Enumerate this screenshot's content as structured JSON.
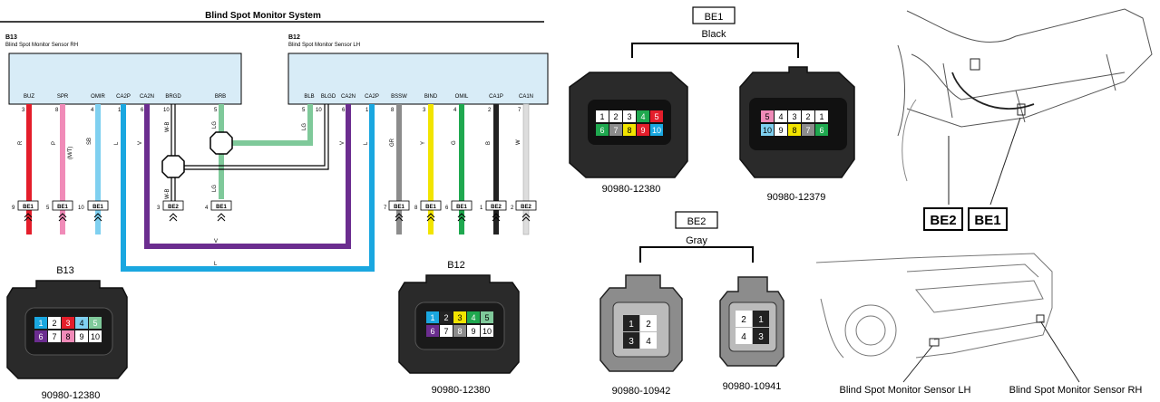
{
  "title": "Blind Spot Monitor System",
  "sensor_rh": {
    "code": "B13",
    "name": "Blind Spot Monitor Sensor RH",
    "pins": [
      {
        "label": "BUZ",
        "num": "3",
        "wire": "R"
      },
      {
        "label": "SPR",
        "num": "8",
        "wire": "P",
        "note": "(M/T)"
      },
      {
        "label": "OMIR",
        "num": "4",
        "wire": "SB"
      },
      {
        "label": "CA2P",
        "num": "1",
        "wire": "L"
      },
      {
        "label": "CA2N",
        "num": "6",
        "wire": "V"
      },
      {
        "label": "BRGD",
        "num": "10",
        "wire": "W-B"
      },
      {
        "label": "BRB",
        "num": "5",
        "wire": "LG"
      }
    ]
  },
  "sensor_lh": {
    "code": "B12",
    "name": "Blind Spot Monitor Sensor LH",
    "pins": [
      {
        "label": "BLB",
        "num": "5",
        "wire": "LG"
      },
      {
        "label": "BLGD",
        "num": "10",
        "wire": ""
      },
      {
        "label": "CA2N",
        "num": "6",
        "wire": "V"
      },
      {
        "label": "CA2P",
        "num": "1",
        "wire": "L"
      },
      {
        "label": "BSSW",
        "num": "8",
        "wire": "GR"
      },
      {
        "label": "BIND",
        "num": "3",
        "wire": "Y"
      },
      {
        "label": "OMIL",
        "num": "4",
        "wire": "G"
      },
      {
        "label": "CA1P",
        "num": "2",
        "wire": "B"
      },
      {
        "label": "CA1N",
        "num": "7",
        "wire": "W"
      }
    ]
  },
  "junctions": {
    "brgd_lower_wire": "W-B",
    "brb_lower_wire": "LG",
    "bus_v": "V",
    "bus_l": "L"
  },
  "connector_tags": [
    {
      "pin": "9",
      "tag": "BE1"
    },
    {
      "pin": "5",
      "tag": "BE1"
    },
    {
      "pin": "10",
      "tag": "BE1"
    },
    {
      "pin": "3",
      "tag": "BE2"
    },
    {
      "pin": "4",
      "tag": "BE1"
    },
    {
      "pin": "7",
      "tag": "BE1"
    },
    {
      "pin": "8",
      "tag": "BE1"
    },
    {
      "pin": "6",
      "tag": "BE1"
    },
    {
      "pin": "1",
      "tag": "BE2"
    },
    {
      "pin": "2",
      "tag": "BE2"
    }
  ],
  "connectors": {
    "b13": {
      "label": "B13",
      "part": "90980-12380",
      "pins_top": [
        "1",
        "2",
        "3",
        "4",
        "5"
      ],
      "pins_bottom": [
        "6",
        "7",
        "8",
        "9",
        "10"
      ]
    },
    "b12": {
      "label": "B12",
      "part": "90980-12380",
      "pins_top": [
        "1",
        "2",
        "3",
        "4",
        "5"
      ],
      "pins_bottom": [
        "6",
        "7",
        "8",
        "9",
        "10"
      ]
    },
    "be1": {
      "label": "BE1",
      "color": "Black",
      "left": {
        "part": "90980-12380",
        "pins_top": [
          "1",
          "2",
          "3",
          "4",
          "5"
        ],
        "pins_bottom": [
          "6",
          "7",
          "8",
          "9",
          "10"
        ]
      },
      "right": {
        "part": "90980-12379",
        "pins_top": [
          "5",
          "4",
          "3",
          "2",
          "1"
        ],
        "pins_bottom": [
          "10",
          "9",
          "8",
          "7",
          "6"
        ]
      }
    },
    "be2": {
      "label": "BE2",
      "color": "Gray",
      "left": {
        "part": "90980-10942",
        "pins": [
          "1",
          "2",
          "3",
          "4"
        ]
      },
      "right": {
        "part": "90980-10941",
        "pins": [
          "2",
          "1",
          "4",
          "3"
        ]
      }
    }
  },
  "vehicle": {
    "tag_be2": "BE2",
    "tag_be1": "BE1",
    "sensor_lh_label": "Blind Spot Monitor Sensor LH",
    "sensor_rh_label": "Blind Spot Monitor Sensor RH"
  },
  "colors": {
    "R": "#e41e2b",
    "P": "#f08bb8",
    "SB": "#7fd0f0",
    "L": "#1aa7e0",
    "V": "#6b2d8f",
    "LG": "#7fc99a",
    "GR": "#8c8c8c",
    "Y": "#f2e400",
    "G": "#1fa84f",
    "B": "#222222",
    "W": "#e6e6e6"
  }
}
